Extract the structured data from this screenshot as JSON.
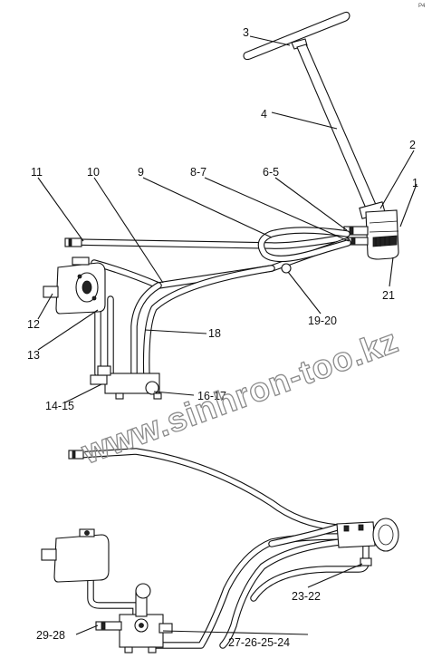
{
  "corner_mark": "P4",
  "watermark": "www.sinhron-too.kz",
  "labels": {
    "l1": "1",
    "l2": "2",
    "l3": "3",
    "l4": "4",
    "l6_5": "6-5",
    "l8_7": "8-7",
    "l9": "9",
    "l10": "10",
    "l11": "11",
    "l12": "12",
    "l13": "13",
    "l14_15": "14-15",
    "l16_17": "16-17",
    "l18": "18",
    "l19_20": "19-20",
    "l21": "21",
    "l23_22": "23-22",
    "l27_24": "27-26-25-24",
    "l29_28": "29-28"
  }
}
